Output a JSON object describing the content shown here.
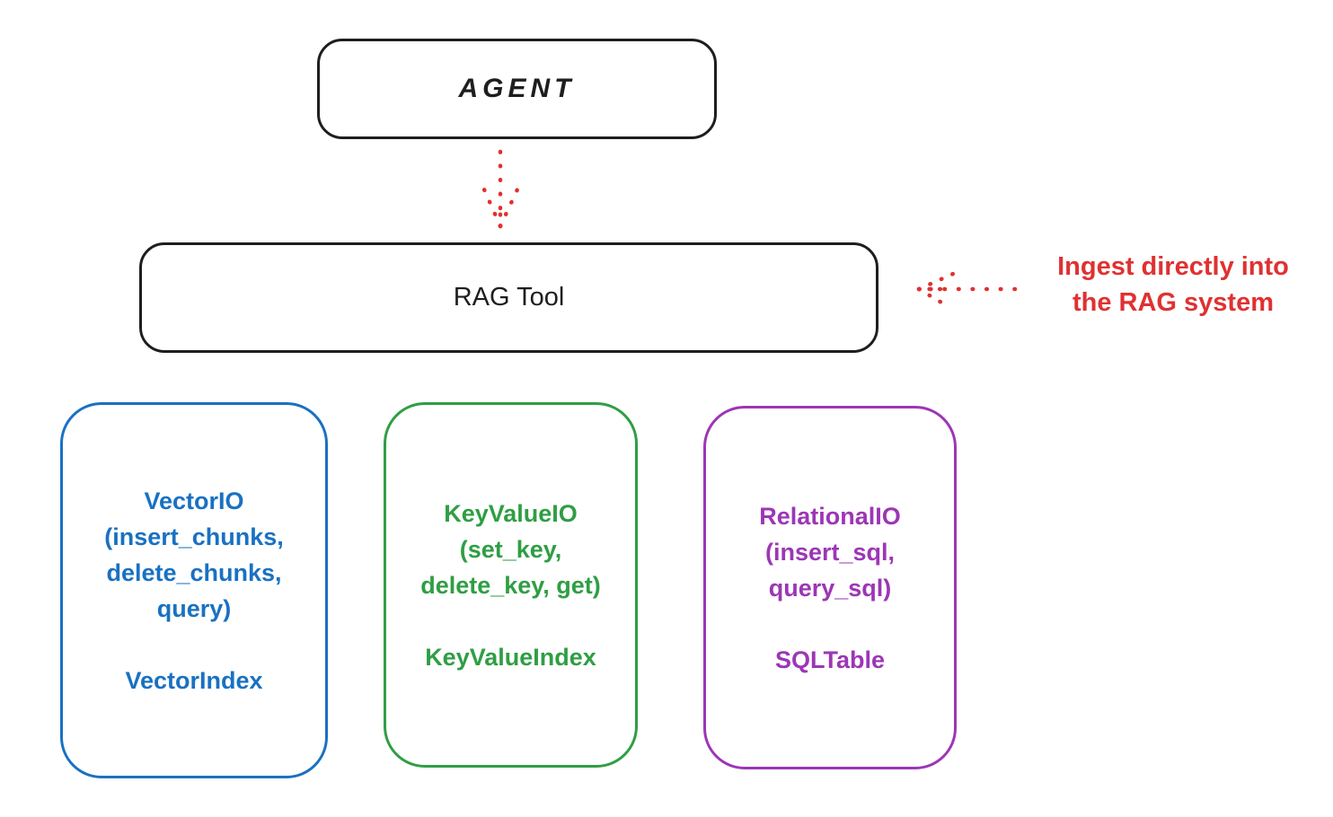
{
  "diagram": {
    "agent_box": {
      "label": "AGENT"
    },
    "rag_tool_box": {
      "label": "RAG Tool"
    },
    "annotation": {
      "text": "Ingest directly into\nthe RAG system",
      "color": "#e03131",
      "arrow_style": "dotted"
    },
    "arrow_agent_to_rag": {
      "style": "dotted",
      "color": "#e03131",
      "direction": "down"
    },
    "backends": [
      {
        "name": "vector-io",
        "methods": "VectorIO\n(insert_chunks,\ndelete_chunks,\nquery)",
        "index_label": "VectorIndex",
        "color": "#1971c2"
      },
      {
        "name": "key-value-io",
        "methods": "KeyValueIO\n(set_key,\ndelete_key, get)",
        "index_label": "KeyValueIndex",
        "color": "#2f9e44"
      },
      {
        "name": "relational-io",
        "methods": "RelationalIO\n(insert_sql,\nquery_sql)",
        "index_label": "SQLTable",
        "color": "#9c36b5"
      }
    ],
    "colors": {
      "outline": "#1e1e1e",
      "background": "#ffffff",
      "annotation_red": "#e03131"
    }
  }
}
